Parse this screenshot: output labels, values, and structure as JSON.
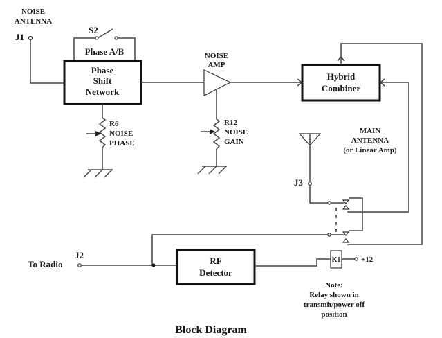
{
  "title": "Block Diagram",
  "connectors": {
    "j1": {
      "id": "J1",
      "label_lines": [
        "NOISE",
        "ANTENNA"
      ]
    },
    "j2": {
      "id": "J2",
      "label": "To Radio"
    },
    "j3": {
      "id": "J3",
      "label_lines": [
        "MAIN",
        "ANTENNA",
        "(or Linear Amp)"
      ]
    }
  },
  "switch": {
    "id": "S2",
    "label": "Phase A/B"
  },
  "blocks": {
    "phase_shift": [
      "Phase",
      "Shift",
      "Network"
    ],
    "noise_amp": [
      "NOISE",
      "AMP"
    ],
    "hybrid": [
      "Hybrid",
      "Combiner"
    ],
    "rf_detector": [
      "RF",
      "Detector"
    ]
  },
  "pots": {
    "r6": [
      "R6",
      "NOISE",
      "PHASE"
    ],
    "r12": [
      "R12",
      "NOISE",
      "GAIN"
    ]
  },
  "relay": {
    "id": "K1",
    "supply": "+12"
  },
  "note": [
    "Note:",
    "Relay shown in",
    "transmit/power off",
    "position"
  ]
}
